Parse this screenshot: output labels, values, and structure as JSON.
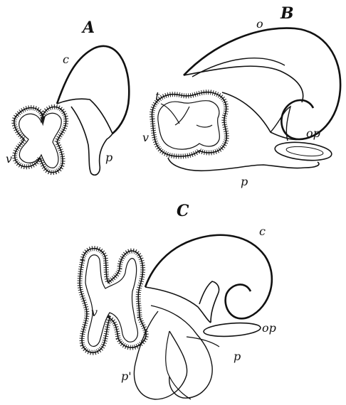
{
  "figure": {
    "panel_a": {
      "letter": "A",
      "labels": {
        "shell": "c",
        "velum": "v",
        "foot": "p"
      }
    },
    "panel_b": {
      "letter": "B",
      "labels": {
        "shell": "o",
        "tentacle": "t",
        "velum": "v",
        "operculum": "op",
        "foot": "p"
      }
    },
    "panel_c": {
      "letter": "C",
      "labels": {
        "shell": "c",
        "velum": "v",
        "operculum": "op",
        "foot": "p",
        "propodium": "p'"
      }
    }
  }
}
